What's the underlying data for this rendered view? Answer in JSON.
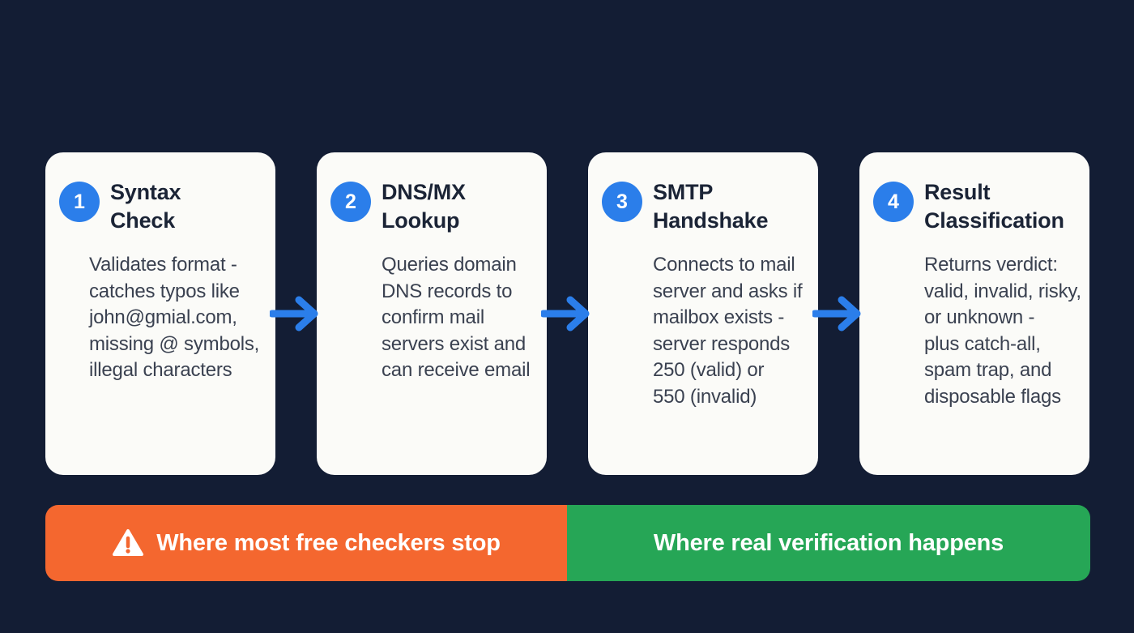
{
  "colors": {
    "background": "#131D34",
    "card_background": "#FBFBF8",
    "accent_blue": "#2B7EEA",
    "title_text": "#1B2436",
    "body_text": "#3A4150",
    "banner_orange": "#F4672F",
    "banner_green": "#26A656",
    "banner_text": "#FFFFFF"
  },
  "steps": [
    {
      "number": "1",
      "title": "Syntax\nCheck",
      "description": "Validates format -\ncatches typos like\njohn@gmial.com,\nmissing @ symbols,\nillegal characters"
    },
    {
      "number": "2",
      "title": "DNS/MX\nLookup",
      "description": "Queries domain\nDNS records to\nconfirm mail\nservers exist and\ncan receive email"
    },
    {
      "number": "3",
      "title": "SMTP\nHandshake",
      "description": "Connects to mail\nserver and asks if\nmailbox exists -\nserver responds\n250 (valid) or\n550 (invalid)"
    },
    {
      "number": "4",
      "title": "Result\nClassification",
      "description": "Returns verdict:\nvalid, invalid, risky,\nor unknown -\nplus catch-all,\nspam trap, and\ndisposable flags"
    }
  ],
  "banners": {
    "free_checkers": {
      "label": "Where most free checkers stop",
      "icon": "warning-triangle-icon"
    },
    "real_verification": {
      "label": "Where real verification happens"
    }
  }
}
